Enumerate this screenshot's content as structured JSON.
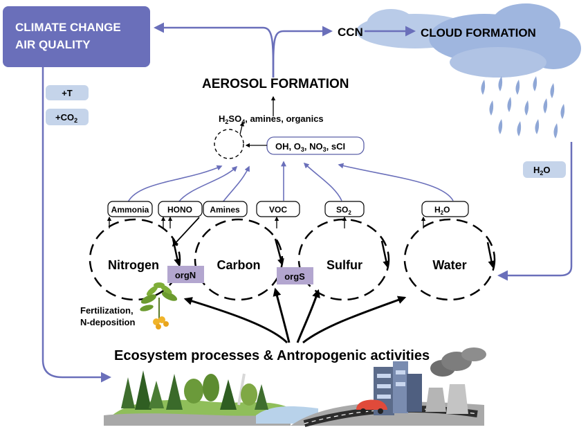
{
  "top_box": {
    "line1": "CLIMATE CHANGE",
    "line2": "AIR QUALITY"
  },
  "ccn": "CCN",
  "cloud_formation": "CLOUD FORMATION",
  "aerosol_formation": "AEROSOL FORMATION",
  "precursors": {
    "h2so4_pre": "H",
    "h2so4_sub": "2",
    "h2so4_post": "SO",
    "h2so4_sub2": "4",
    "h2so4_rest": ", amines, organics"
  },
  "oxidants": {
    "part1": "OH, O",
    "sub1": "3",
    "part2": ", NO",
    "sub2": "3",
    "part3": ", sCI"
  },
  "side_tags": {
    "temp": "+T",
    "co2_main": "+CO",
    "co2_sub": "2",
    "h2o_right_main": "H",
    "h2o_right_sub": "2",
    "h2o_right_end": "O"
  },
  "emissions": {
    "ammonia": "Ammonia",
    "hono": "HONO",
    "amines": "Amines",
    "voc": "VOC",
    "so2_main": "SO",
    "so2_sub": "2",
    "h2o_main": "H",
    "h2o_sub": "2",
    "h2o_end": "O"
  },
  "cycles": {
    "nitrogen": "Nitrogen",
    "carbon": "Carbon",
    "sulfur": "Sulfur",
    "water": "Water"
  },
  "links": {
    "orgN": "orgN",
    "orgS": "orgS"
  },
  "fertilization": {
    "line1": "Fertilization,",
    "line2": "N-deposition"
  },
  "bottom_title": "Ecosystem processes  &  Antropogenic activities",
  "colors": {
    "box_blue": "#6a6fba",
    "arrow_blue": "#6a6fba",
    "tag_blue": "#c5d4ea",
    "cloud_blue": "#a9bee0",
    "cloud_dark": "#8ea6d4",
    "link_purple": "#b3a6cf"
  }
}
